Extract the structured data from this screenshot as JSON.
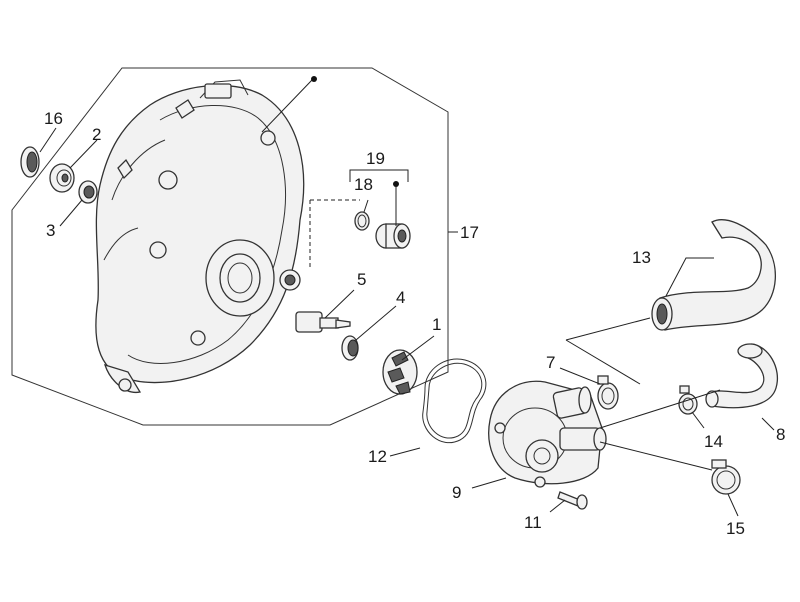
{
  "diagram": {
    "callouts": {
      "c1": "1",
      "c2": "2",
      "c3": "3",
      "c4": "4",
      "c5": "5",
      "c7": "7",
      "c8": "8",
      "c9": "9",
      "c11": "11",
      "c12": "12",
      "c13": "13",
      "c14": "14",
      "c15": "15",
      "c16": "16",
      "c17": "17",
      "c18": "18",
      "c19": "19"
    }
  }
}
